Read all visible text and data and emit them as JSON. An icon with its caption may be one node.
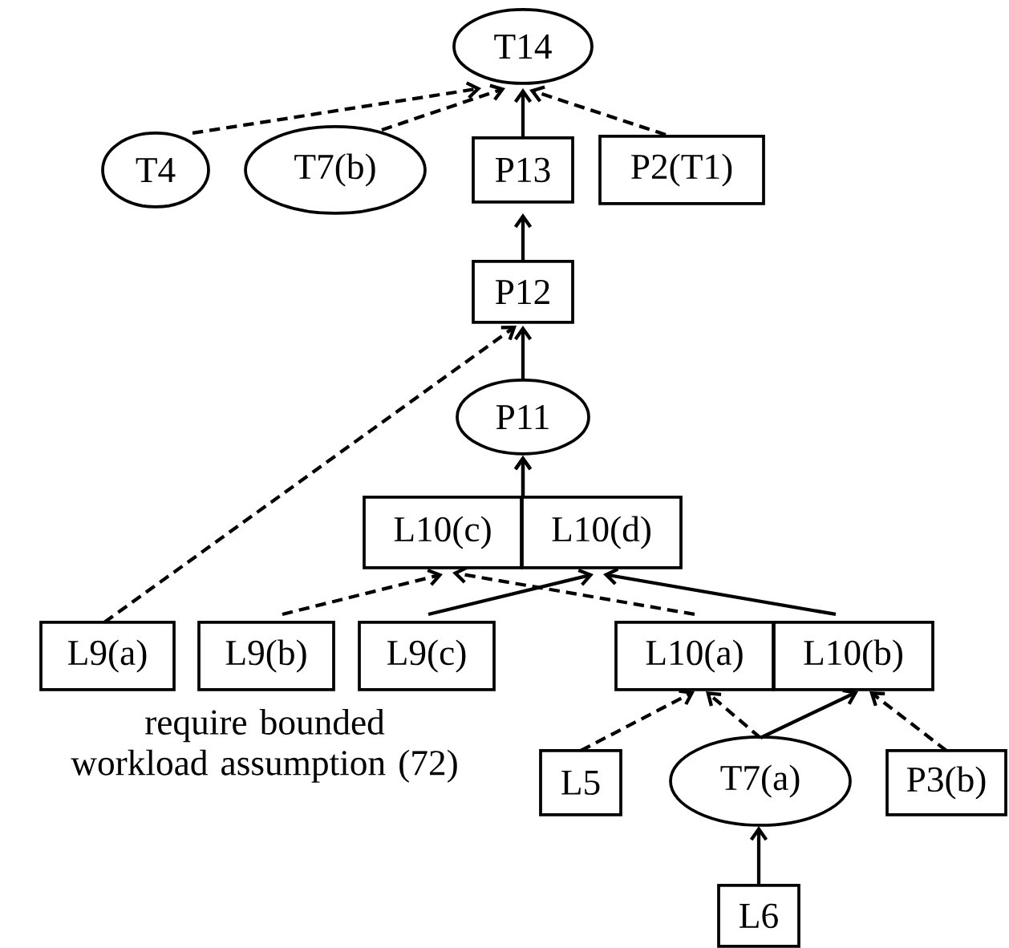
{
  "diagram": {
    "nodes": [
      {
        "text": [
          "T14"
        ]
      },
      {
        "text": [
          "T4"
        ]
      },
      {
        "text": [
          "T7(b)"
        ]
      },
      {
        "text": [
          "P13"
        ]
      },
      {
        "text": [
          "P2(T1)"
        ]
      },
      {
        "text": [
          "P12"
        ]
      },
      {
        "text": [
          "P11"
        ]
      },
      {
        "text": [
          "L10(c)"
        ]
      },
      {
        "text": [
          "L10(d)"
        ]
      },
      {
        "text": [
          "L9(a)"
        ]
      },
      {
        "text": [
          "L9(b)"
        ]
      },
      {
        "text": [
          "L9(c)"
        ]
      },
      {
        "text": [
          "L10(a)"
        ]
      },
      {
        "text": [
          "L10(b)"
        ]
      },
      {
        "text": [
          "L5"
        ]
      },
      {
        "text": [
          "T7(a)"
        ]
      },
      {
        "text": [
          "P3(b)"
        ]
      },
      {
        "text": [
          "L6"
        ]
      }
    ],
    "edges": [
      {
        "from": 1,
        "to": 0,
        "arrow": "to",
        "style": "dashed"
      },
      {
        "from": 2,
        "to": 0,
        "arrow": "to",
        "style": "dashed"
      },
      {
        "from": 3,
        "to": 0,
        "arrow": "to"
      },
      {
        "from": 4,
        "to": 0,
        "arrow": "to",
        "style": "dashed"
      },
      {
        "from": 5,
        "to": 3,
        "arrow": "to"
      },
      {
        "from": 9,
        "to": 5,
        "arrow": "to",
        "style": "dashed"
      },
      {
        "from": 6,
        "to": 5,
        "arrow": "to"
      },
      {
        "from": 7,
        "to": 6,
        "arrow": "to"
      },
      {
        "from": 8,
        "to": 6,
        "arrow": "to"
      },
      {
        "from": 10,
        "to": 7,
        "arrow": "to",
        "style": "dashed"
      },
      {
        "from": 12,
        "to": 7,
        "arrow": "to",
        "style": "dashed"
      },
      {
        "from": 11,
        "to": 8,
        "arrow": "to"
      },
      {
        "from": 13,
        "to": 8,
        "arrow": "to"
      },
      {
        "from": 14,
        "to": 12,
        "arrow": "to",
        "style": "dashed"
      },
      {
        "from": 15,
        "to": 12,
        "arrow": "to",
        "style": "dashed"
      },
      {
        "from": 15,
        "to": 13,
        "arrow": "to"
      },
      {
        "from": 16,
        "to": 13,
        "arrow": "to",
        "style": "dashed"
      },
      {
        "from": 17,
        "to": 15,
        "arrow": "to"
      }
    ],
    "labels": [
      "require bounded workload assumption (72)"
    ]
  }
}
